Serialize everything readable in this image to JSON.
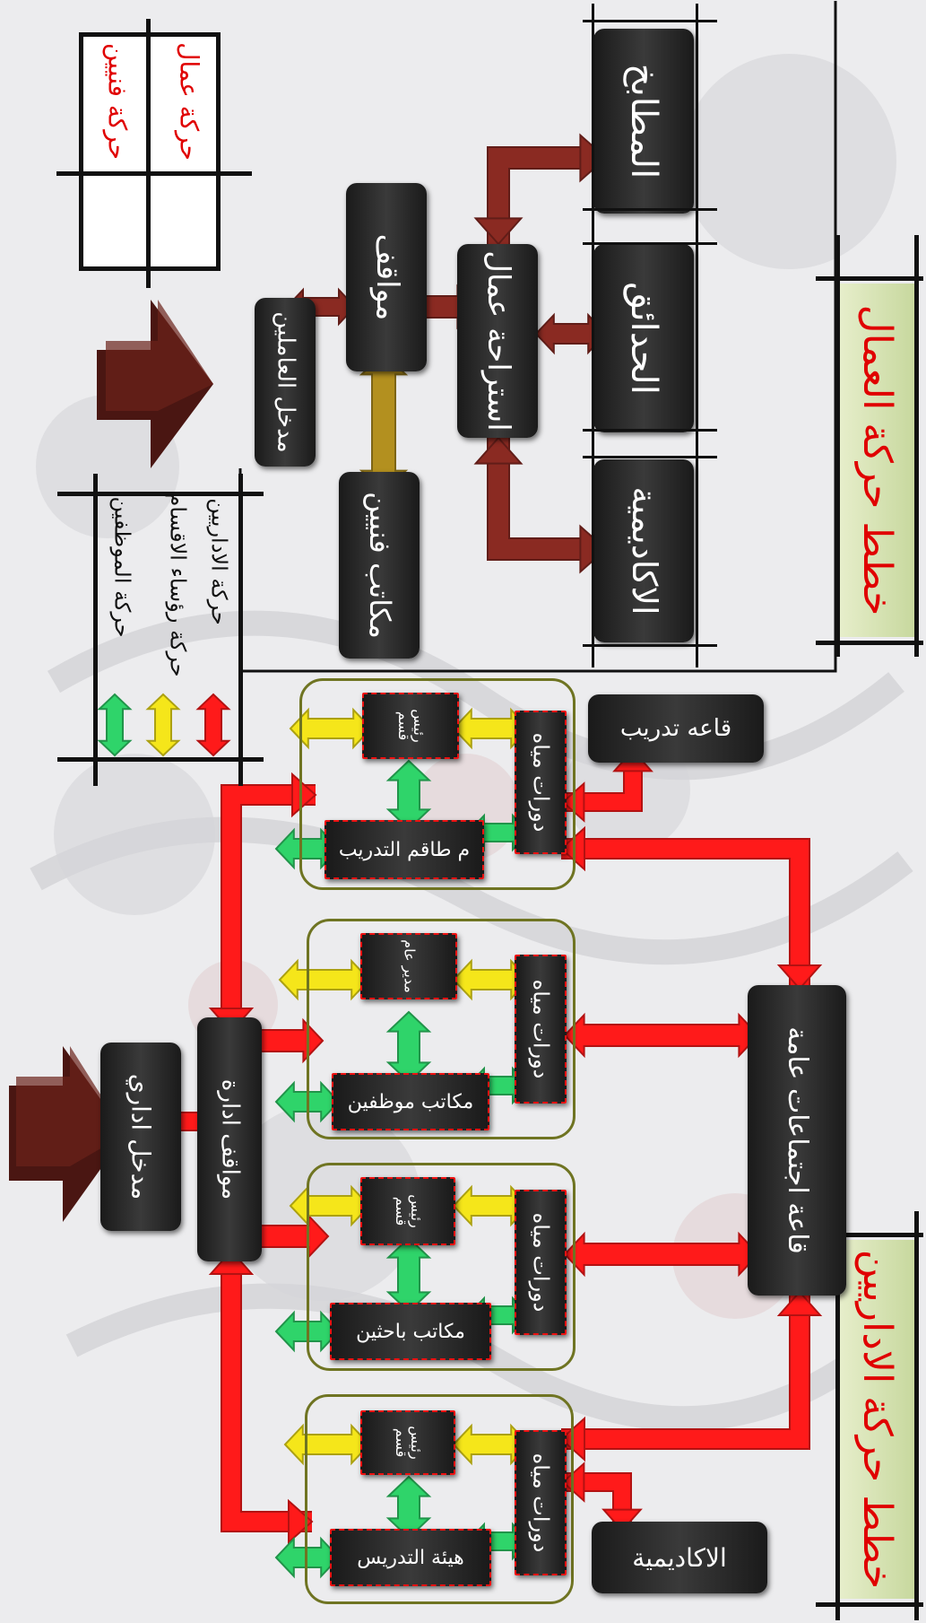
{
  "colors": {
    "red": "#ff1a1a",
    "yellow": "#f5e61a",
    "green": "#2fd46a",
    "brown": "#8a2a22",
    "gold": "#b3901f",
    "group_border": "#6f7422",
    "box": "#262626"
  },
  "banners": {
    "workers": "خطط حركة العمال",
    "admins": "خطط حركة الاداريين"
  },
  "workers_section": {
    "kitchen": "المطابخ",
    "gardens": "الحدائق",
    "academy": "الاكاديمية",
    "workers_rest": "استراحة عمال",
    "parking": "مواقف",
    "employees_entrance": "مدخل العاملين",
    "technicians_offices": "مكاتب فنيين"
  },
  "legend_workers": {
    "workers_movement": "حركة عمال",
    "technicians_movement": "حركة فنيين"
  },
  "legend_admin": {
    "admins_movement": "حركة الاداريين",
    "heads_movement": "حركة رؤساء الاقسام",
    "staff_movement": "حركة الموظفين"
  },
  "admin_section": {
    "training_hall": "قاعه تدريب",
    "meetings_hall": "قاعة اجتماعات عامة",
    "admin_parking": "مواقف ادارة",
    "admin_entrance": "مدخل اداري",
    "academy": "الاكاديمية",
    "groups": [
      {
        "wc": "دورات مياه",
        "head": "رئيس قسم",
        "office": "م طاقم التدريب"
      },
      {
        "wc": "دورات مياه",
        "head": "مدير عام",
        "office": "مكاتب موظفين"
      },
      {
        "wc": "دورات مياه",
        "head": "رئيس قسم",
        "office": "مكاتب باحثين"
      },
      {
        "wc": "دورات مياه",
        "head": "رئيس قسم",
        "office": "هيئة التدريس"
      }
    ]
  }
}
